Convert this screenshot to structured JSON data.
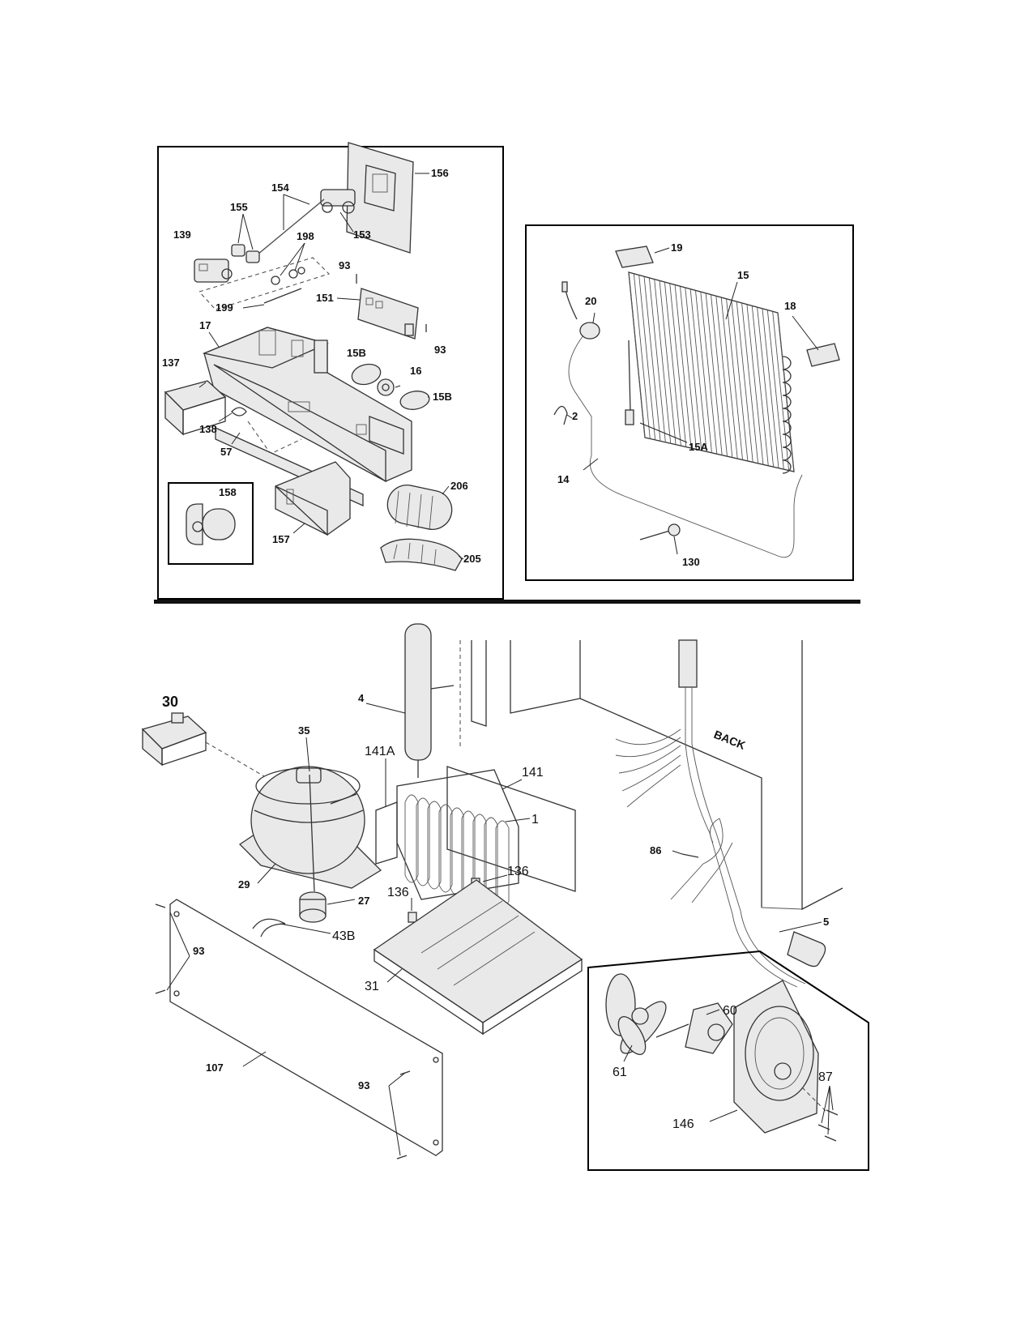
{
  "callouts_top_left": {
    "c156": "156",
    "c154": "154",
    "c155": "155",
    "c153": "153",
    "c139": "139",
    "c198": "198",
    "c93a": "93",
    "c151": "151",
    "c199": "199",
    "c93b": "93",
    "c17": "17",
    "c15b1": "15B",
    "c137": "137",
    "c16": "16",
    "c15b2": "15B",
    "c138": "138",
    "c57": "57",
    "c158": "158",
    "c206": "206",
    "c157": "157",
    "c205": "205"
  },
  "callouts_top_right": {
    "c19": "19",
    "c15": "15",
    "c20": "20",
    "c18": "18",
    "c2": "2",
    "c15a": "15A",
    "c14": "14",
    "c130": "130"
  },
  "callouts_bottom": {
    "c30": "30",
    "c4": "4",
    "c35": "35",
    "c141a": "141A",
    "c141": "141",
    "c1": "1",
    "c29": "29",
    "c136a": "136",
    "c136b": "136",
    "c27": "27",
    "c43b": "43B",
    "c93c": "93",
    "c31": "31",
    "c86": "86",
    "c5": "5",
    "c107": "107",
    "c93d": "93",
    "c60": "60",
    "c61": "61",
    "c87": "87",
    "c146": "146"
  },
  "back_label": "BACK"
}
